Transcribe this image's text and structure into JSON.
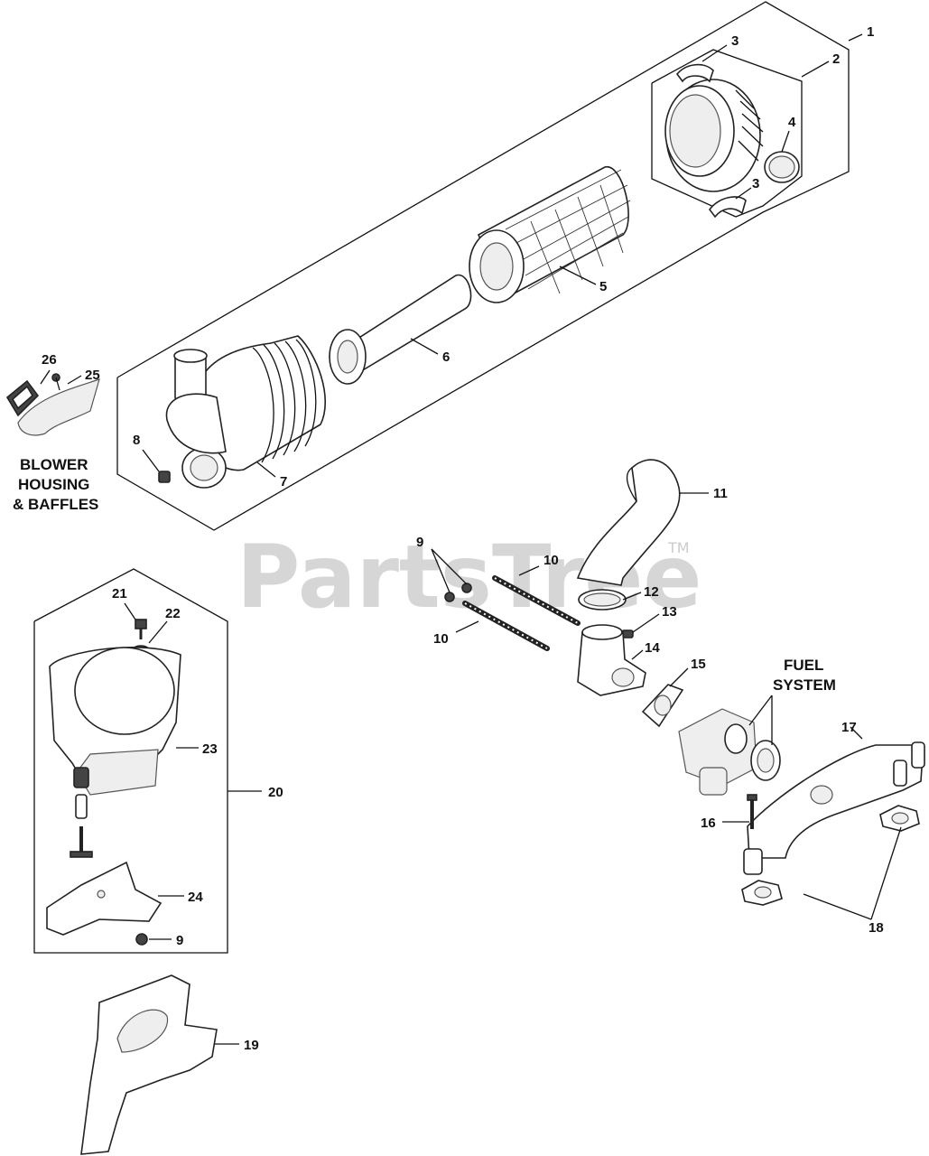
{
  "watermark": {
    "brand": "PartsTree",
    "trademark": "TM"
  },
  "notes": {
    "blower_line1": "BLOWER",
    "blower_line2": "HOUSING",
    "blower_line3": "& BAFFLES",
    "fuel_line1": "FUEL",
    "fuel_line2": "SYSTEM"
  },
  "callouts": {
    "c1": "1",
    "c2": "2",
    "c3a": "3",
    "c3b": "3",
    "c4": "4",
    "c5": "5",
    "c6": "6",
    "c7": "7",
    "c8": "8",
    "c9a": "9",
    "c9b": "9",
    "c10a": "10",
    "c10b": "10",
    "c11": "11",
    "c12": "12",
    "c13": "13",
    "c14": "14",
    "c15": "15",
    "c16": "16",
    "c17": "17",
    "c18": "18",
    "c19": "19",
    "c20": "20",
    "c21": "21",
    "c22": "22",
    "c23": "23",
    "c24": "24",
    "c25": "25",
    "c26": "26"
  }
}
